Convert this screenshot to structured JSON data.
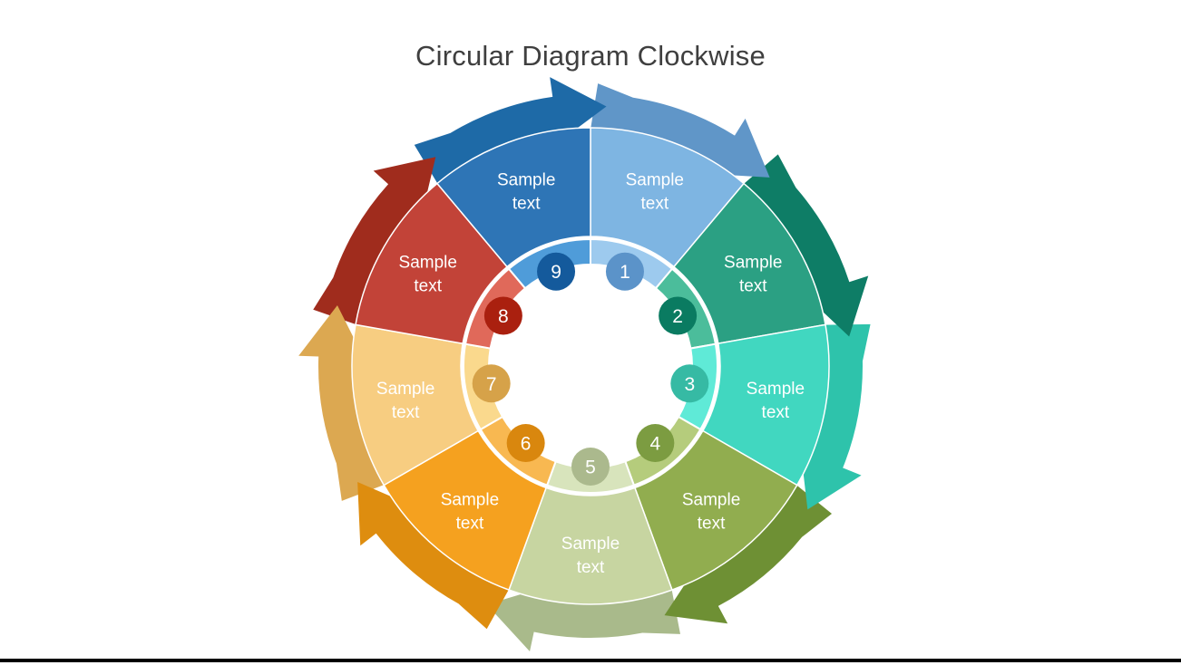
{
  "page": {
    "background": "#FFFFFF",
    "bottom_divider_color": "#000000"
  },
  "title": {
    "text": "Circular Diagram Clockwise",
    "color": "#3F3F3F"
  },
  "diagram": {
    "type": "circular-process-diagram",
    "direction": "clockwise",
    "segment_count": 9,
    "label_text_color": "#FFFFFF",
    "number_text_color": "#FFFFFF",
    "segments": [
      {
        "number": "1",
        "label_lines": [
          "Sample",
          "text"
        ],
        "colors": {
          "wedge": "#7EB5E2",
          "arrow": "#6096C8",
          "ring": "#9DCAEE",
          "badge": "#5B93C9"
        }
      },
      {
        "number": "2",
        "label_lines": [
          "Sample",
          "text"
        ],
        "colors": {
          "wedge": "#2BA083",
          "arrow": "#0E7D66",
          "ring": "#4BBD9B",
          "badge": "#0A7B61"
        }
      },
      {
        "number": "3",
        "label_lines": [
          "Sample",
          "text"
        ],
        "colors": {
          "wedge": "#41D7C0",
          "arrow": "#2EC3AB",
          "ring": "#5FEAD7",
          "badge": "#36BAA4"
        }
      },
      {
        "number": "4",
        "label_lines": [
          "Sample",
          "text"
        ],
        "colors": {
          "wedge": "#91AD4F",
          "arrow": "#6E9034",
          "ring": "#B5CC7C",
          "badge": "#7C9C41"
        }
      },
      {
        "number": "5",
        "label_lines": [
          "Sample",
          "text"
        ],
        "colors": {
          "wedge": "#C7D5A1",
          "arrow": "#A9BA8B",
          "ring": "#D8E4BC",
          "badge": "#ABB98D"
        }
      },
      {
        "number": "6",
        "label_lines": [
          "Sample",
          "text"
        ],
        "colors": {
          "wedge": "#F5A11F",
          "arrow": "#DE8D0F",
          "ring": "#F8B851",
          "badge": "#D9870E"
        }
      },
      {
        "number": "7",
        "label_lines": [
          "Sample",
          "text"
        ],
        "colors": {
          "wedge": "#F7CD81",
          "arrow": "#DCA851",
          "ring": "#FAD98D",
          "badge": "#D6A249"
        }
      },
      {
        "number": "8",
        "label_lines": [
          "Sample",
          "text"
        ],
        "colors": {
          "wedge": "#C24338",
          "arrow": "#A02C1D",
          "ring": "#E0695A",
          "badge": "#AA200F"
        }
      },
      {
        "number": "9",
        "label_lines": [
          "Sample",
          "text"
        ],
        "colors": {
          "wedge": "#2E75B6",
          "arrow": "#1E6AA7",
          "ring": "#4F9CD9",
          "badge": "#145A9C"
        }
      }
    ]
  }
}
